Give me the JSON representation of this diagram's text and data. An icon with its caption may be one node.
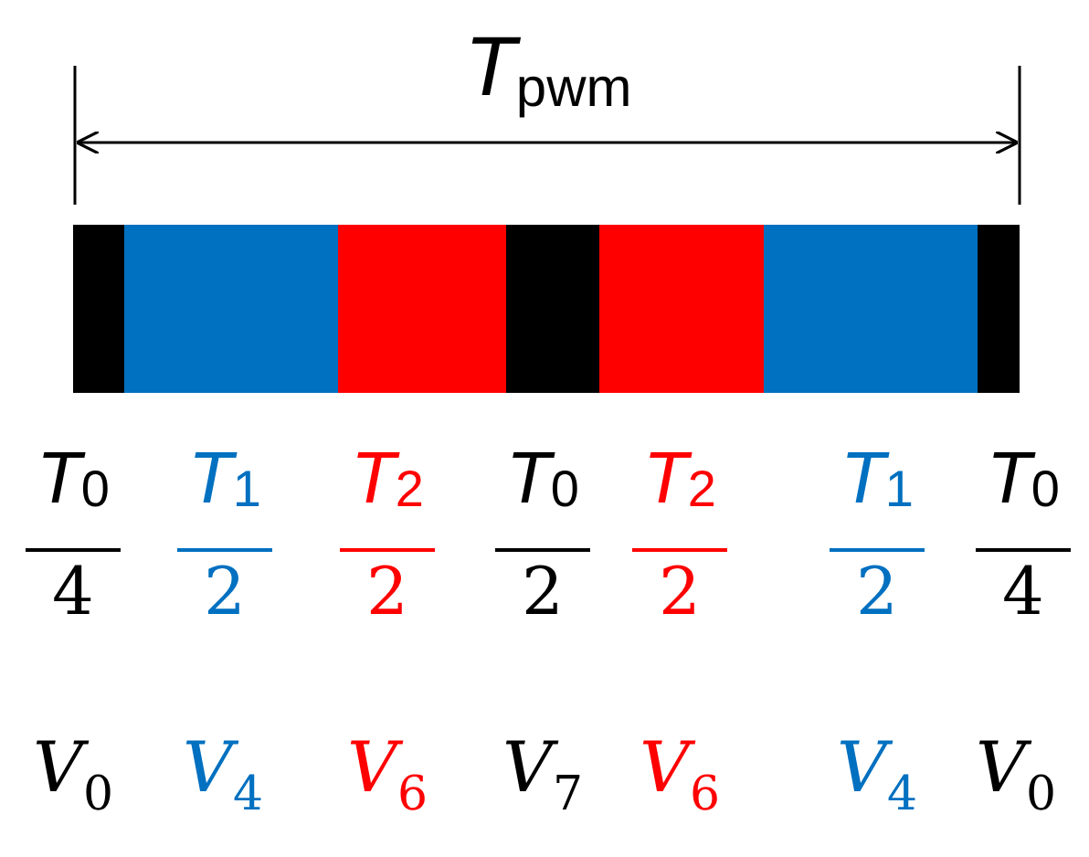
{
  "diagram": {
    "nodes": [
      {
        "text": [],
        "shape": "bar",
        "beside": [
          "T$_{0}$",
          "4",
          "V$_{0}$"
        ]
      },
      {
        "text": [],
        "shape": "bar",
        "beside": [
          "T$_{1}$",
          "2",
          "V$_{4}$"
        ]
      },
      {
        "text": [],
        "shape": "bar",
        "beside": [
          "T$_{2}$",
          "2",
          "V$_{6}$"
        ]
      },
      {
        "text": [],
        "shape": "bar",
        "beside": [
          "T$_{0}$",
          "2",
          "V$_{7}$"
        ]
      },
      {
        "text": [],
        "shape": "bar",
        "beside": [
          "T$_{2}$",
          "2",
          "V$_{6}$"
        ]
      },
      {
        "text": [],
        "shape": "bar",
        "beside": [
          "T$_{1}$",
          "2",
          "V$_{4}$"
        ]
      },
      {
        "text": [],
        "shape": "bar",
        "beside": [
          "T$_{0}$",
          "4",
          "V$_{0}$"
        ]
      }
    ],
    "labels": [
      "T$_{pwm}$"
    ]
  }
}
